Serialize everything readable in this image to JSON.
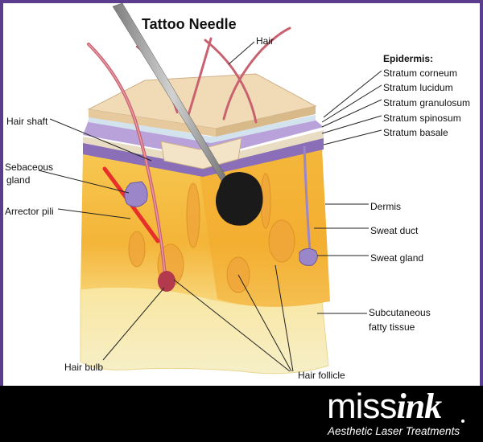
{
  "diagram": {
    "title": "Tattoo Needle",
    "labels": {
      "hair": "Hair",
      "epidermis_heading": "Epidermis:",
      "stratum_corneum": "Stratum corneum",
      "stratum_lucidum": "Stratum lucidum",
      "stratum_granulosum": "Stratum granulosum",
      "stratum_spinosum": "Stratum spinosum",
      "stratum_basale": "Stratum basale",
      "hair_shaft": "Hair shaft",
      "sebaceous_1": "Sebaceous",
      "sebaceous_2": "gland",
      "arrector_pili": "Arrector pili",
      "dermis": "Dermis",
      "sweat_duct": "Sweat duct",
      "sweat_gland": "Sweat gland",
      "subcutaneous_1": "Subcutaneous",
      "subcutaneous_2": "fatty tissue",
      "hair_bulb": "Hair bulb",
      "hair_follicle": "Hair follicle"
    }
  },
  "branding": {
    "logo_prefix": "miss",
    "logo_accent": "ink",
    "tagline": "Aesthetic Laser Treatments"
  },
  "colors": {
    "frame": "#5b3d8e",
    "footer": "#000000",
    "dermis": "#f5b733",
    "fat": "#f5e7a8",
    "epidermis_top": "#f0d9b5",
    "hair": "#c96270",
    "ink": "#1a1a1a"
  }
}
